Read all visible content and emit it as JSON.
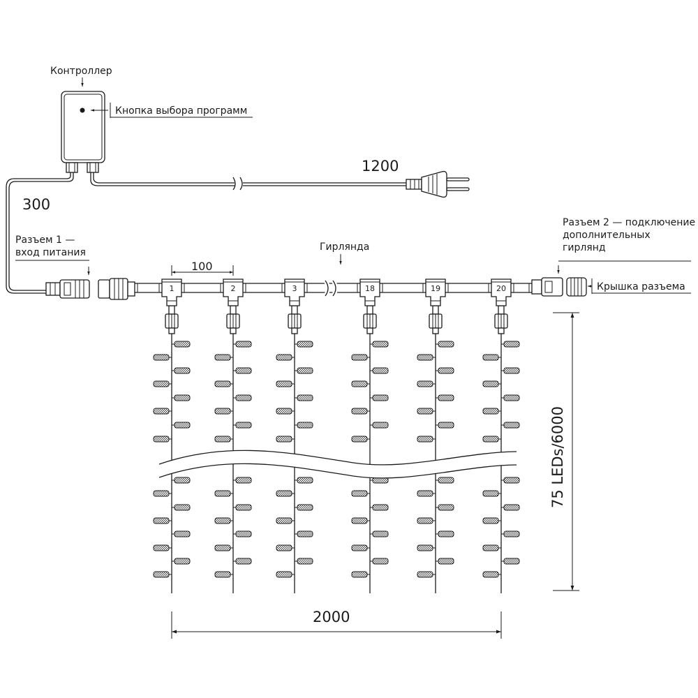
{
  "labels": {
    "controller": "Контроллер",
    "program_button": "Кнопка выбора программ",
    "connector1": "Разъем 1 —\nвход питания",
    "connector2": "Разъем 2 — подключение\nдополнительных\nгирлянд",
    "garland": "Гирлянда",
    "cap": "Крышка разъема"
  },
  "dimensions": {
    "plug_cable": "1200",
    "lead_cable": "300",
    "tee_spacing": "100",
    "width": "2000",
    "height": "75 LEDs/6000"
  },
  "tees": [
    "1",
    "2",
    "3",
    "18",
    "19",
    "20"
  ],
  "colors": {
    "line": "#1a1a1a",
    "background": "#ffffff"
  }
}
